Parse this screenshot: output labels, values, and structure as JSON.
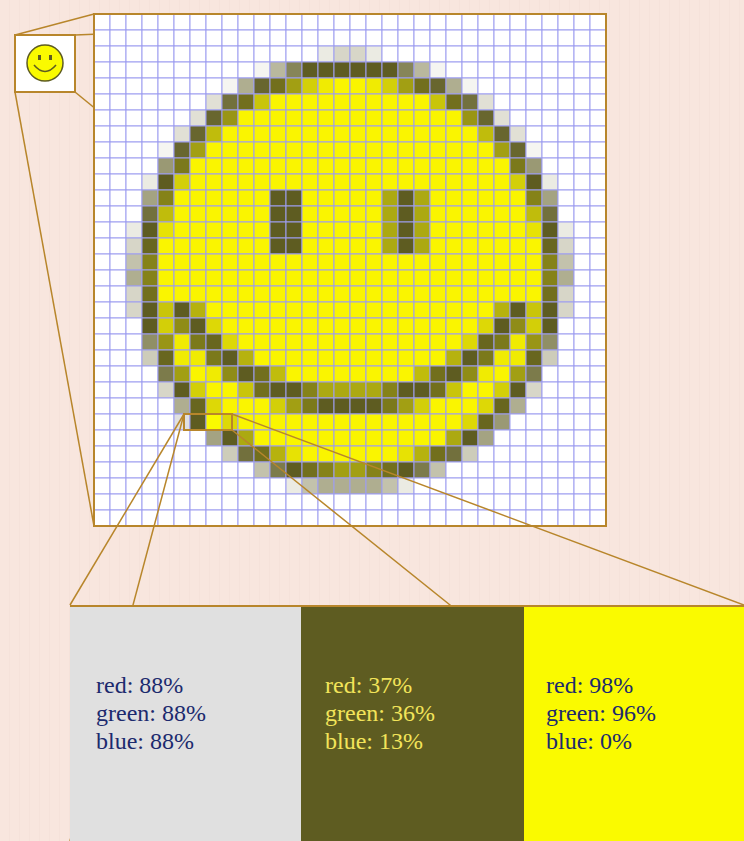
{
  "diagram": {
    "nodes": [
      {
        "text": [
          "red: 88%",
          "green: 88%",
          "blue: 88%"
        ]
      },
      {
        "text": [
          "red: 37%",
          "green: 36%",
          "blue: 13%"
        ]
      },
      {
        "text": [
          "red: 98%",
          "green: 96%",
          "blue: 0%"
        ]
      }
    ]
  }
}
